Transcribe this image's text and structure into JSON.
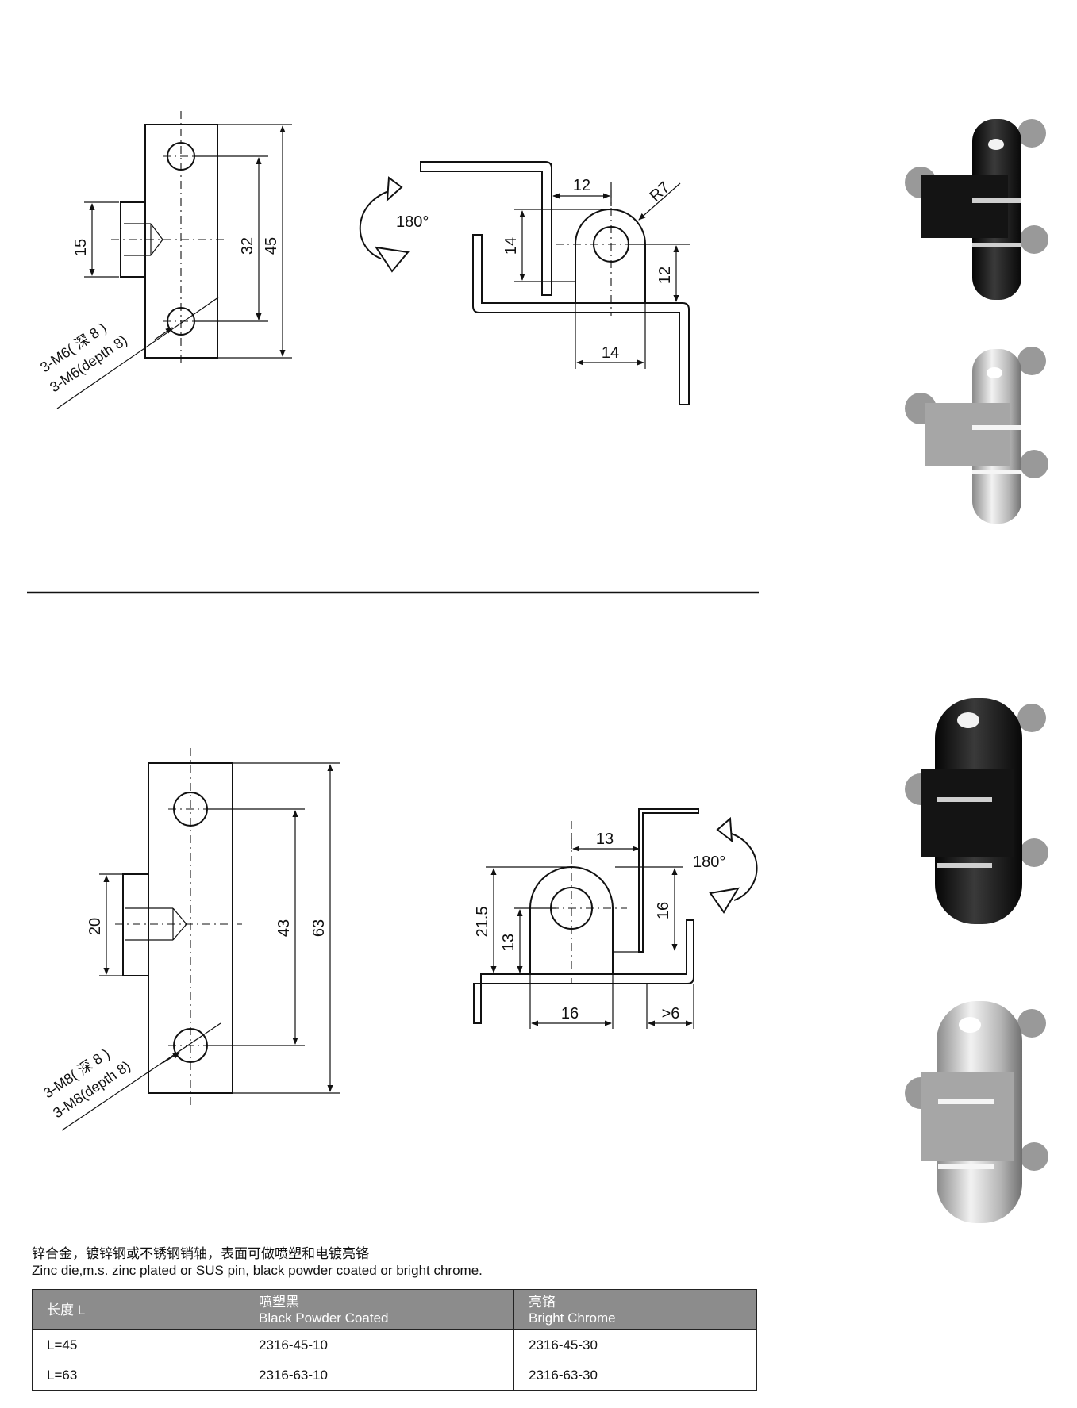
{
  "drawing_top": {
    "thread_cn": "3-M6( 深 8 )",
    "thread_en": "3-M6(depth 8)",
    "dims": {
      "d15": "15",
      "d32": "32",
      "d45": "45",
      "d12a": "12",
      "d14a": "14",
      "r7": "R7",
      "d12b": "12",
      "d14b": "14"
    },
    "rotation": "180°"
  },
  "drawing_bottom": {
    "thread_cn": "3-M8( 深 8 )",
    "thread_en": "3-M8(depth 8)",
    "dims": {
      "d20": "20",
      "d43": "43",
      "d63": "63",
      "d13a": "13",
      "d16a": "16",
      "d21_5": "21.5",
      "d13b": "13",
      "d16b": "16",
      "gt6": ">6"
    },
    "rotation": "180°"
  },
  "photos": [
    "hinge-black-icon",
    "hinge-chrome-icon",
    "hinge-black-large-icon",
    "hinge-chrome-large-icon"
  ],
  "colors": {
    "table_header": "#8c8c8c",
    "black_finish": "#1a1a1a",
    "chrome_finish": "#c8c8c8"
  },
  "description": {
    "cn": "锌合金，镀锌钢或不锈钢销轴，表面可做喷塑和电镀亮铬",
    "en": "Zinc die,m.s. zinc plated or SUS pin, black powder coated or bright chrome."
  },
  "table": {
    "headers": [
      {
        "cn": "长度 L",
        "en": ""
      },
      {
        "cn": "喷塑黑",
        "en": "Black Powder Coated"
      },
      {
        "cn": "亮铬",
        "en": "Bright Chrome"
      }
    ],
    "rows": [
      [
        "L=45",
        "2316-45-10",
        "2316-45-30"
      ],
      [
        "L=63",
        "2316-63-10",
        "2316-63-30"
      ]
    ]
  }
}
